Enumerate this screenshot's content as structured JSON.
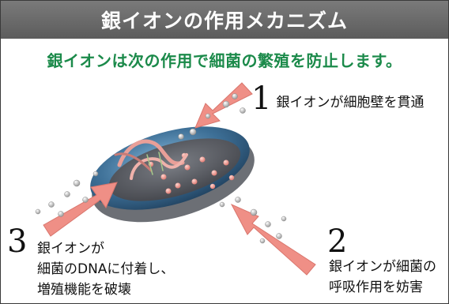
{
  "header": {
    "title": "銀イオンの作用メカニズム"
  },
  "subtitle": "銀イオンは次の作用で細菌の繁殖を防止します。",
  "steps": [
    {
      "number": "1",
      "lines": [
        "銀イオンが細胞壁を貫通"
      ]
    },
    {
      "number": "2",
      "lines": [
        "銀イオンが細菌の",
        "呼吸作用を妨害"
      ]
    },
    {
      "number": "3",
      "lines": [
        "銀イオンが",
        "細菌のDNAに付着し、",
        "増殖機能を破壊"
      ]
    }
  ],
  "colors": {
    "header_bg": "#666666",
    "subtitle": "#1b8a4a",
    "arrow": "#ef8f86",
    "bacterium_shell": "#3d6f96",
    "bacterium_inner": "#5b5d62"
  },
  "icons": [
    "arrow-icon",
    "silver-ion-icon",
    "bacterium-icon",
    "dna-strand-icon"
  ]
}
